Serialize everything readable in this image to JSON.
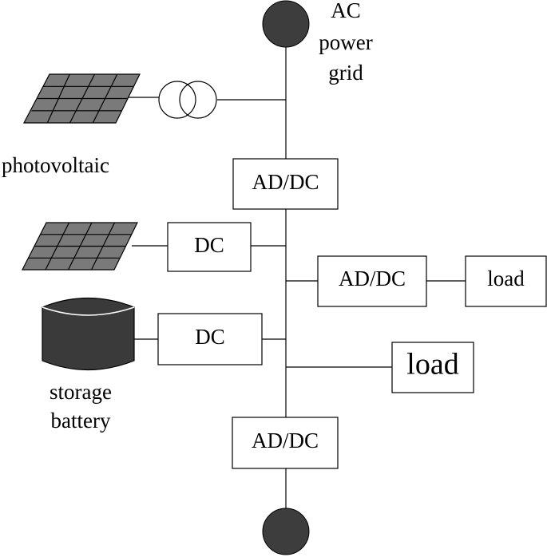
{
  "colors": {
    "node_fill": "#3d3d3d",
    "panel_fill": "#7a7a7a",
    "battery_fill": "#3a3a3a",
    "line": "#000000"
  },
  "grid_node": {
    "label_lines": [
      "AC",
      "power",
      "grid"
    ]
  },
  "photovoltaic": {
    "label": "photovoltaic"
  },
  "converters": {
    "top": "AD/DC",
    "pv_dc": "DC",
    "right": "AD/DC",
    "battery_dc": "DC",
    "bottom": "AD/DC"
  },
  "loads": {
    "right": "load",
    "large": "load"
  },
  "battery": {
    "label_lines": [
      "storage",
      "battery"
    ]
  }
}
